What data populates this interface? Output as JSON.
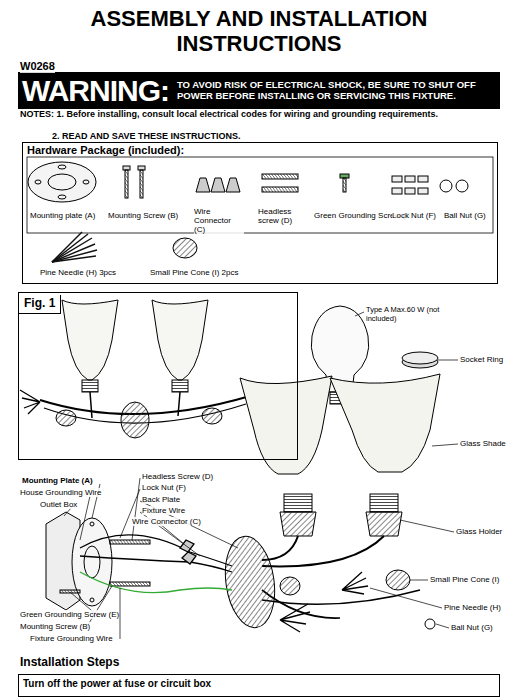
{
  "diagram": {
    "title": "ASSEMBLY AND INSTALLATION INSTRUCTIONS",
    "nodes": [
      {
        "text": [
          "WARNING:",
          "TO AVOID RISK OF ELECTRICAL SHOCK, BE SURE TO SHUT OFF POWER BEFORE INSTALLING OR SERVICING THIS FIXTURE."
        ]
      },
      {
        "text": [
          "Hardware Package (included):"
        ]
      },
      {
        "text": [
          "Fig. 1"
        ]
      },
      {
        "text": [
          "Turn off the power at fuse or circuit box"
        ]
      }
    ],
    "labels": [
      "W0268",
      "NOTES: 1. Before installing, consult local electrical codes for wiring and grounding requirements.",
      "2. READ AND SAVE THESE INSTRUCTIONS.",
      "Mounting plate (A)",
      "Mounting Screw (B)",
      "Wire Connector (C)",
      "Headless screw (D)",
      "Green Grounding Screw (E)",
      "Lock Nut (F)",
      "Ball Nut (G)",
      "Pine Needle (H) 3pcs",
      "Small Pine Cone (I) 2pcs",
      "Type A Max.60 W (not included)",
      "Socket Ring",
      "Glass Shade",
      "Glass Holder",
      "Small Pine Cone (I)",
      "Pine Needle (H)",
      "Ball Nut (G)",
      "Mounting Plate (A)",
      "House Grounding Wire",
      "Outlet Box",
      "Headless Screw (D)",
      "Lock Nut (F)",
      "Back Plate",
      "Fixture Wire",
      "Wire Connector (C)",
      "Green Grounding Screw (E)",
      "Mounting Screw (B)",
      "Fixture Grounding Wire",
      "Installation Steps"
    ]
  }
}
